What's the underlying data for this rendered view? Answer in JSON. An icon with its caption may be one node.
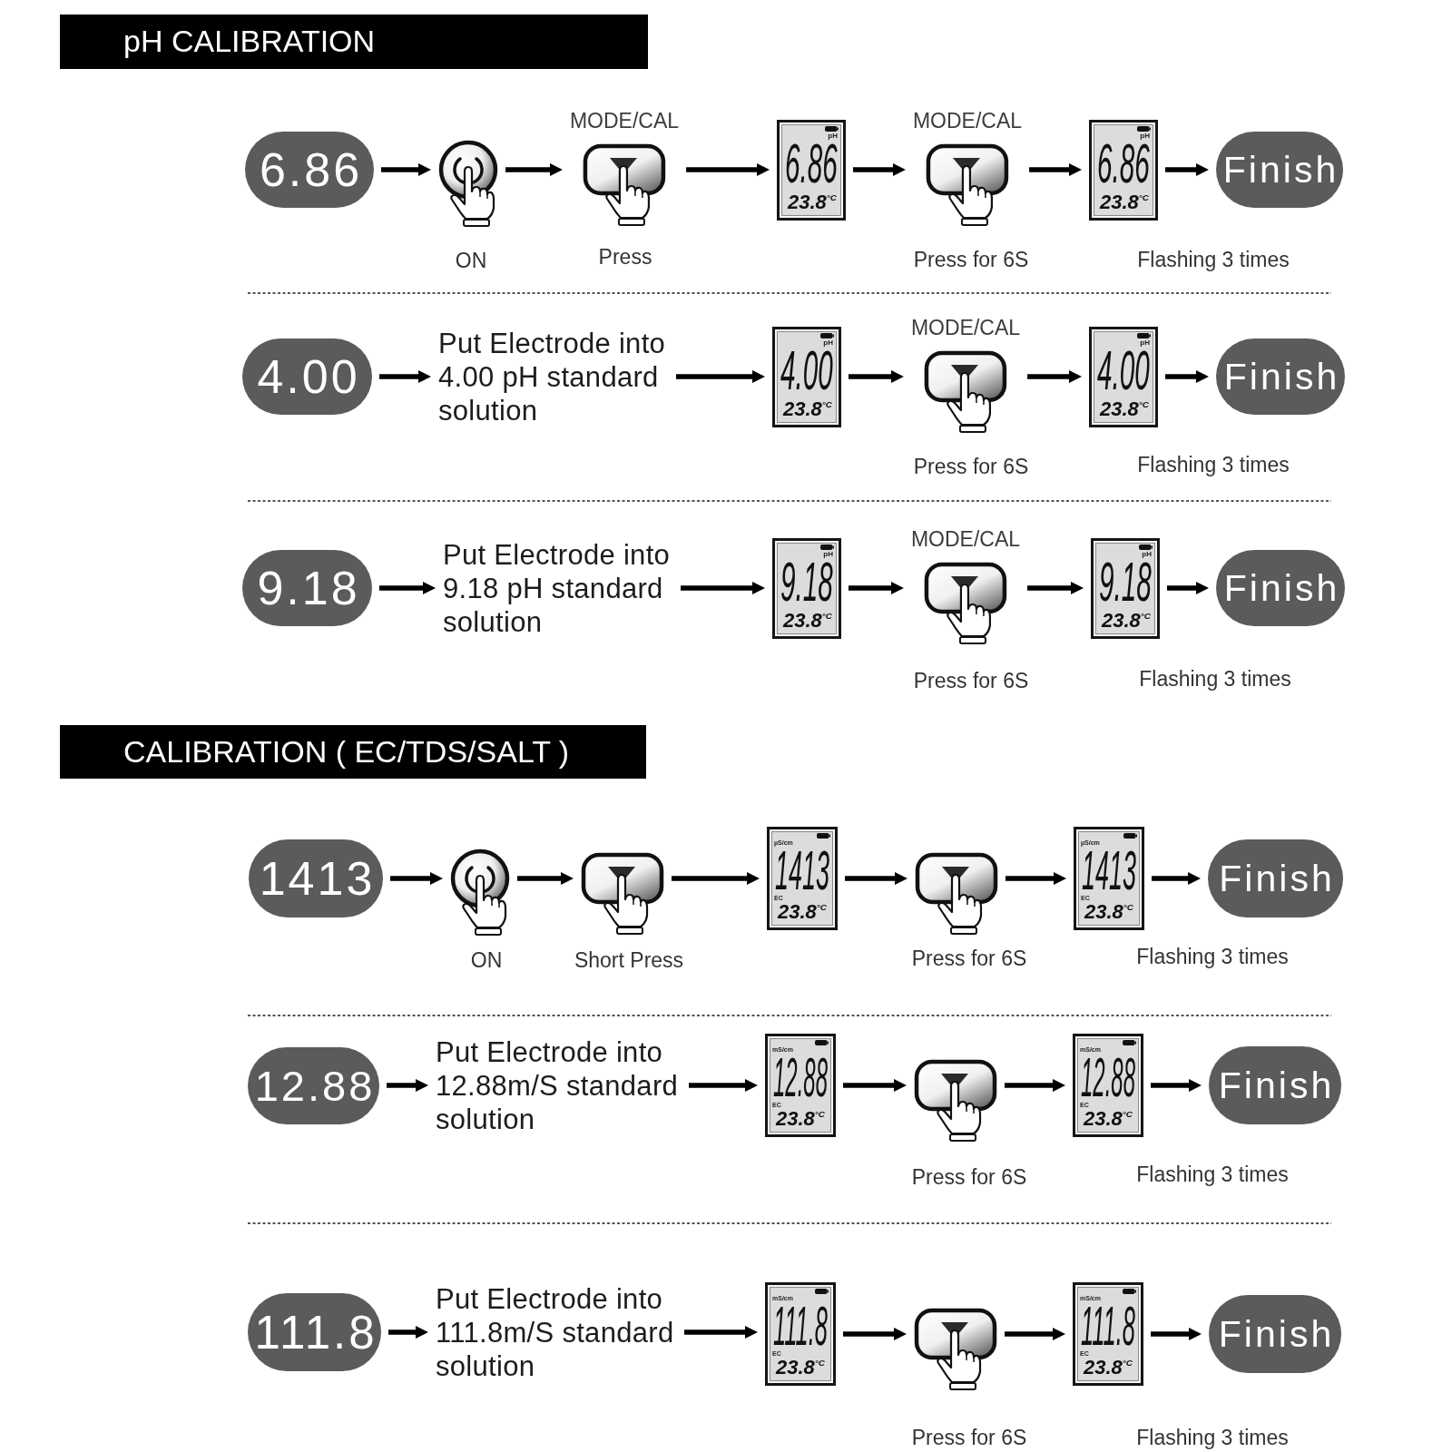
{
  "diagram": {
    "nodes": [
      {
        "text": [
          "pH CALIBRATION"
        ]
      },
      {
        "text": [
          "6.86"
        ]
      },
      {
        "text": [],
        "shape": "picture",
        "beside": [
          "ON"
        ]
      },
      {
        "text": [
          "MODE/CAL"
        ],
        "beside": [
          "Press"
        ]
      },
      {
        "text": [
          "pH",
          "6.86",
          "23.8$^{°C}$"
        ]
      },
      {
        "text": [
          "MODE/CAL"
        ],
        "beside": [
          "Press for 6S"
        ]
      },
      {
        "text": [
          "pH",
          "6.86",
          "23.8$^{°C}$"
        ],
        "beside": [
          "Flashing 3 times"
        ]
      },
      {
        "text": [
          "Finish"
        ]
      },
      {
        "text": [
          "4.00"
        ]
      },
      {
        "text": [
          "Put Electrode into 4.00 pH standard solution"
        ]
      },
      {
        "text": [
          "pH",
          "4.00",
          "23.8$^{°C}$"
        ]
      },
      {
        "text": [
          "MODE/CAL"
        ],
        "beside": [
          "Press for 6S"
        ]
      },
      {
        "text": [
          "pH",
          "4.00",
          "23.8$^{°C}$"
        ],
        "beside": [
          "Flashing 3 times"
        ]
      },
      {
        "text": [
          "Finish"
        ]
      },
      {
        "text": [
          "9.18"
        ]
      },
      {
        "text": [
          "Put Electrode into 9.18 pH standard solution"
        ]
      },
      {
        "text": [
          "pH",
          "9.18",
          "23.8$^{°C}$"
        ]
      },
      {
        "text": [
          "MODE/CAL"
        ],
        "beside": [
          "Press for 6S"
        ]
      },
      {
        "text": [
          "pH",
          "9.18",
          "23.8$^{°C}$"
        ],
        "beside": [
          "Flashing 3 times"
        ]
      },
      {
        "text": [
          "Finish"
        ]
      },
      {
        "text": [
          "CALIBRATION ( EC/TDS/SALT )"
        ]
      },
      {
        "text": [
          "1413"
        ]
      },
      {
        "text": [],
        "shape": "picture",
        "beside": [
          "ON"
        ]
      },
      {
        "text": [],
        "shape": "picture",
        "beside": [
          "Short Press"
        ]
      },
      {
        "text": [
          "µS/cm",
          "1413",
          "EC",
          "23.8$^{°C}$"
        ]
      },
      {
        "text": [],
        "shape": "picture",
        "beside": [
          "Press for 6S"
        ]
      },
      {
        "text": [
          "µS/cm",
          "1413",
          "EC",
          "23.8$^{°C}$"
        ],
        "beside": [
          "Flashing 3 times"
        ]
      },
      {
        "text": [
          "Finish"
        ]
      },
      {
        "text": [
          "12.88"
        ]
      },
      {
        "text": [
          "Put Electrode into 12.88m/S standard solution"
        ]
      },
      {
        "text": [
          "mS/cm",
          "12.88",
          "EC",
          "23.8$^{°C}$"
        ]
      },
      {
        "text": [],
        "shape": "picture",
        "beside": [
          "Press for 6S"
        ]
      },
      {
        "text": [
          "mS/cm",
          "12.88",
          "EC",
          "23.8$^{°C}$"
        ],
        "beside": [
          "Flashing 3 times"
        ]
      },
      {
        "text": [
          "Finish"
        ]
      },
      {
        "text": [
          "111.8"
        ]
      },
      {
        "text": [
          "Put Electrode into 111.8m/S standard solution"
        ]
      },
      {
        "text": [
          "mS/cm",
          "111.8",
          "EC",
          "23.8$^{°C}$"
        ]
      },
      {
        "text": [],
        "shape": "picture",
        "beside": [
          "Press for 6S"
        ]
      },
      {
        "text": [
          "mS/cm",
          "111.8",
          "EC",
          "23.8$^{°C}$"
        ],
        "beside": [
          "Flashing 3 times"
        ]
      },
      {
        "text": [
          "Finish"
        ]
      }
    ],
    "edges": [
      {
        "from": 1,
        "to": 2,
        "arrow": "to"
      },
      {
        "from": 2,
        "to": 3,
        "arrow": "to"
      },
      {
        "from": 3,
        "to": 4,
        "arrow": "to"
      },
      {
        "from": 4,
        "to": 5,
        "arrow": "to"
      },
      {
        "from": 5,
        "to": 6,
        "arrow": "to"
      },
      {
        "from": 6,
        "to": 7,
        "arrow": "to"
      },
      {
        "from": 8,
        "to": 9,
        "arrow": "to"
      },
      {
        "from": 9,
        "to": 10,
        "arrow": "to"
      },
      {
        "from": 10,
        "to": 11,
        "arrow": "to"
      },
      {
        "from": 11,
        "to": 12,
        "arrow": "to"
      },
      {
        "from": 12,
        "to": 13,
        "arrow": "to"
      },
      {
        "from": 14,
        "to": 15,
        "arrow": "to"
      },
      {
        "from": 15,
        "to": 16,
        "arrow": "to"
      },
      {
        "from": 16,
        "to": 17,
        "arrow": "to"
      },
      {
        "from": 17,
        "to": 18,
        "arrow": "to"
      },
      {
        "from": 18,
        "to": 19,
        "arrow": "to"
      },
      {
        "from": 21,
        "to": 22,
        "arrow": "to"
      },
      {
        "from": 22,
        "to": 23,
        "arrow": "to"
      },
      {
        "from": 23,
        "to": 24,
        "arrow": "to"
      },
      {
        "from": 24,
        "to": 25,
        "arrow": "to"
      },
      {
        "from": 25,
        "to": 26,
        "arrow": "to"
      },
      {
        "from": 26,
        "to": 27,
        "arrow": "to"
      },
      {
        "from": 28,
        "to": 29,
        "arrow": "to"
      },
      {
        "from": 29,
        "to": 30,
        "arrow": "to"
      },
      {
        "from": 30,
        "to": 31,
        "arrow": "to"
      },
      {
        "from": 31,
        "to": 32,
        "arrow": "to"
      },
      {
        "from": 32,
        "to": 33,
        "arrow": "to"
      },
      {
        "from": 34,
        "to": 35,
        "arrow": "to"
      },
      {
        "from": 35,
        "to": 36,
        "arrow": "to"
      },
      {
        "from": 36,
        "to": 37,
        "arrow": "to"
      },
      {
        "from": 37,
        "to": 38,
        "arrow": "to"
      },
      {
        "from": 38,
        "to": 39,
        "arrow": "to"
      }
    ]
  }
}
